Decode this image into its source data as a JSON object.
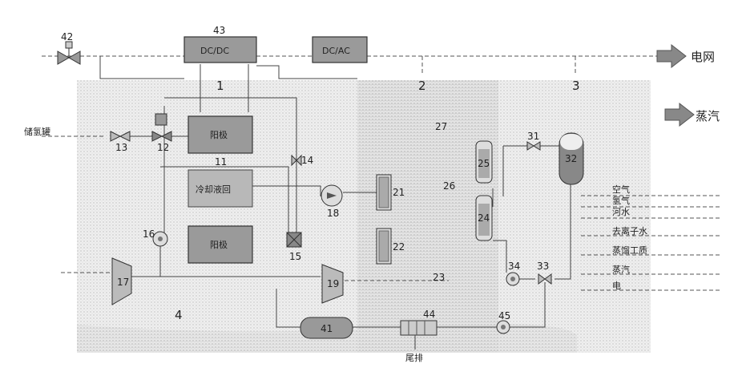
{
  "blocks": {
    "dcdc": "DC/DC",
    "dcac": "DC/AC",
    "anode": "阳极",
    "coolant": "冷却液回",
    "cathode": "阳极"
  },
  "outputs": {
    "grid": "电网",
    "steam": "蒸汽"
  },
  "labels": {
    "tank": "储氢罐",
    "exhaust": "尾排"
  },
  "side_list": [
    "空气",
    "氢气",
    "河水",
    "去离子水",
    "蒸馏工质",
    "蒸汽",
    "电"
  ],
  "numbers": {
    "n42": "42",
    "n43": "43",
    "n1": "1",
    "n2": "2",
    "n3": "3",
    "n4": "4",
    "n11": "11",
    "n12": "12",
    "n13": "13",
    "n14": "14",
    "n15": "15",
    "n16": "16",
    "n17": "17",
    "n18": "18",
    "n19": "19",
    "n21": "21",
    "n22": "22",
    "n23": "23",
    "n24": "24",
    "n25": "25",
    "n26": "26",
    "n27": "27",
    "n31": "31",
    "n32": "32",
    "n33": "33",
    "n34": "34",
    "n41": "41",
    "n44": "44",
    "n45": "45"
  }
}
